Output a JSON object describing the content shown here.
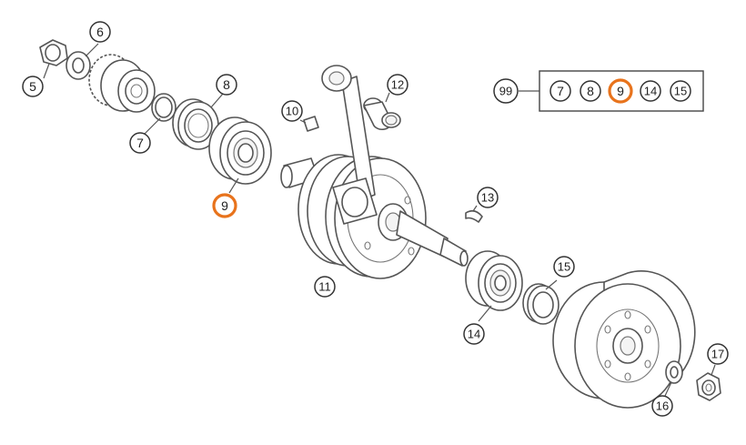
{
  "highlight_color": "#e8731c",
  "callouts": {
    "c5": "5",
    "c6": "6",
    "c7": "7",
    "c8": "8",
    "c9": "9",
    "c10": "10",
    "c11": "11",
    "c12": "12",
    "c13": "13",
    "c14": "14",
    "c15": "15",
    "c16": "16",
    "c17": "17"
  },
  "kit": {
    "label": "99",
    "items": [
      "7",
      "8",
      "9",
      "14",
      "15"
    ],
    "highlighted": "9"
  }
}
